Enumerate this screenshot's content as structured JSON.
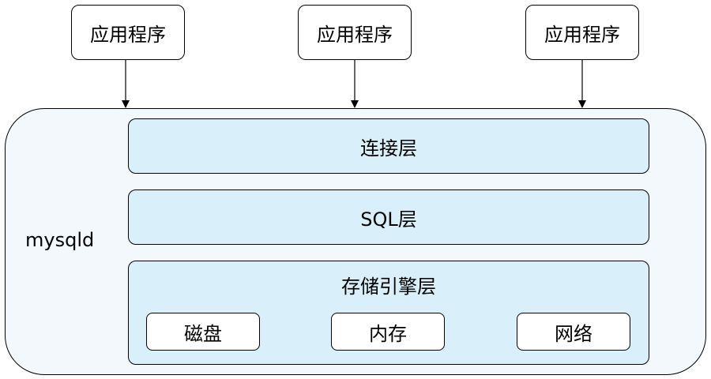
{
  "apps": [
    {
      "label": "应用程序"
    },
    {
      "label": "应用程序"
    },
    {
      "label": "应用程序"
    }
  ],
  "mysqld": {
    "label": "mysqld",
    "layers": {
      "connection": "连接层",
      "sql": "SQL层",
      "storage": "存储引擎层"
    },
    "storage_items": [
      {
        "label": "磁盘"
      },
      {
        "label": "内存"
      },
      {
        "label": "网络"
      }
    ]
  },
  "colors": {
    "container_fill": "#f2f8fc",
    "layer_fill": "#d9effa",
    "border": "#000000"
  }
}
